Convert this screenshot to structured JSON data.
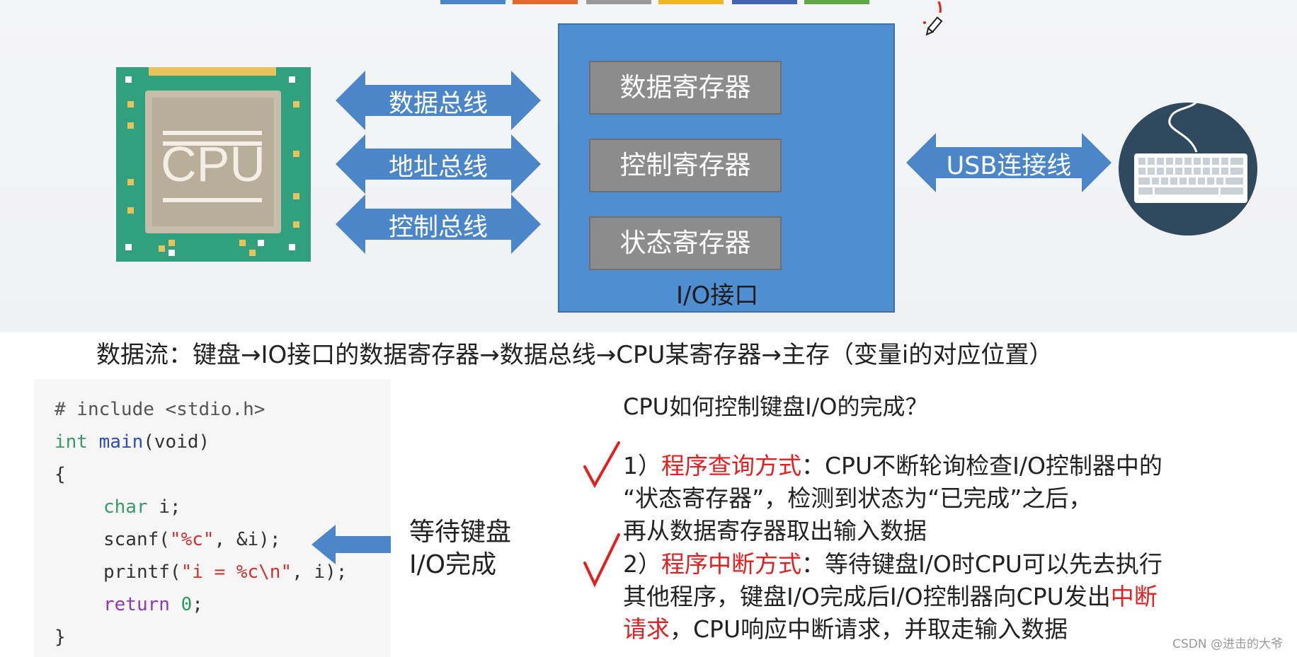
{
  "cpu": {
    "label": "CPU"
  },
  "buses": [
    {
      "label": "数据总线"
    },
    {
      "label": "地址总线"
    },
    {
      "label": "控制总线"
    }
  ],
  "io_interface": {
    "title": "I/O接口",
    "registers": [
      "数据寄存器",
      "控制寄存器",
      "状态寄存器"
    ]
  },
  "usb": {
    "label": "USB连接线"
  },
  "dataflow_text": "数据流：键盘→IO接口的数据寄存器→数据总线→CPU某寄存器→主存（变量i的对应位置）",
  "code": {
    "line1": "# include <stdio.h>",
    "line2_kw": "int",
    "line2_fn": "main",
    "line2_rest": "(void)",
    "line3": "{",
    "line4_kw": "char",
    "line4_rest": " i;",
    "line5_fn": "scanf(",
    "line5_str": "\"%c\"",
    "line5_rest": ", &i);",
    "line6_fn": "printf(",
    "line6_str": "\"i = %c\\n\"",
    "line6_rest": ", i);",
    "line7_kw": "return",
    "line7_num": "0",
    "line7_rest": ";",
    "line8": "}"
  },
  "wait_label": {
    "line1": "等待键盘",
    "line2": "I/O完成"
  },
  "question": "CPU如何控制键盘I/O的完成？",
  "method1": {
    "prefix": "1）",
    "name": "程序查询方式",
    "text1": "：CPU不断轮询检查I/O控制器中的",
    "text2": "“状态寄存器”，检测到状态为“已完成”之后，",
    "text3": "再从数据寄存器取出输入数据"
  },
  "method2": {
    "prefix": "2）",
    "name": "程序中断方式",
    "text1": "：等待键盘I/O时CPU可以先去执行",
    "text2a": "其他程序，键盘I/O完成后I/O控制器向CPU发出",
    "text2b": "中断",
    "text3a": "请求",
    "text3b": "，CPU响应中断请求，并取走输入数据"
  },
  "watermark": "CSDN @进击的大爷",
  "colors": {
    "arrow_blue": "#4a86c8",
    "io_blue": "#4f8fd1",
    "register_gray": "#8c8c8c",
    "highlight_red": "#e22020",
    "cpu_green": "#31a07e"
  }
}
